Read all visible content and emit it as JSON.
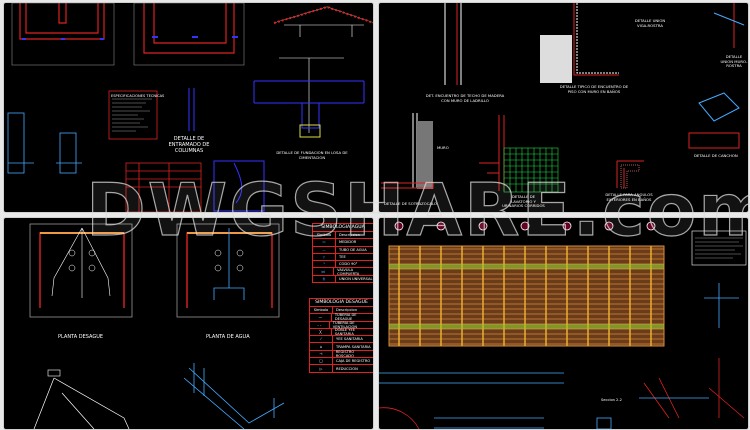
{
  "watermark": "DWGSHARE.com",
  "panels": {
    "top_left": {
      "specs_title": "ESPECIFICACIONES TECNICAS",
      "column_detail": "DETALLE DE ENTRAMADO DE COLUMNAS",
      "foundation_detail": "DETALLE DE FUNDACION EN LOSA DE CIMENTACION"
    },
    "top_right": {
      "roof_wall": "DET. ENCUENTRO DE TECHO DE MADERA CON MURO DE LADRILLO",
      "floor_wall": "DETALLE TIPICO DE ENCUENTRO DE PISO CON MURO EN BAÑOS",
      "beam_joint": "DETALLE UNION VIGA-ROSTRA",
      "wall_joint": "DETALLE UNION MURO-ROSTRA",
      "wall": "MURO",
      "baseboard": "DETALLE DE SOTRAZOCALO",
      "lavatory": "DETALLE DE LAVATORIO Y URINARIOS CORRIDOS",
      "angles": "DETALLE PARA ANGULOS EXTERIORES EN BAÑOS",
      "anchor": "DETALLE DE CANCHON"
    },
    "bottom_left": {
      "drain_plan": "PLANTA DESAGUE",
      "water_plan": "PLANTA DE AGUA",
      "water_legend": {
        "title": "SIMBOLOGIA AGUA",
        "col_symbol": "Simbolo",
        "col_desc": "Descripcion",
        "rows": [
          "MEDIDOR",
          "TUBO DE AGUA",
          "TEE",
          "CODO 90°",
          "VALVULA COMPUERTA",
          "UNION UNIVERSAL"
        ]
      },
      "drain_legend": {
        "title": "SIMBOLOGIA DESAGUE",
        "col_symbol": "Simbolo",
        "col_desc": "Descripcion",
        "rows": [
          "TUBERIA DE DESAGUE",
          "TUBERIA DE VENTILACION",
          "DOBLE YEE SANITARIA",
          "YEE SANITARIA",
          "TRAMPA SANITARIA",
          "REGISTRO ROSCADO",
          "CAJA DE REGISTRO",
          "REDUCCION"
        ]
      }
    },
    "bottom_right": {
      "section": "Seccion 2-2"
    }
  },
  "colors": {
    "background": "#000000",
    "wall_red": "#d22222",
    "pipe_blue": "#3aa0ff",
    "grid_green": "#22dd44",
    "beam_orange": "#d48a3a"
  }
}
